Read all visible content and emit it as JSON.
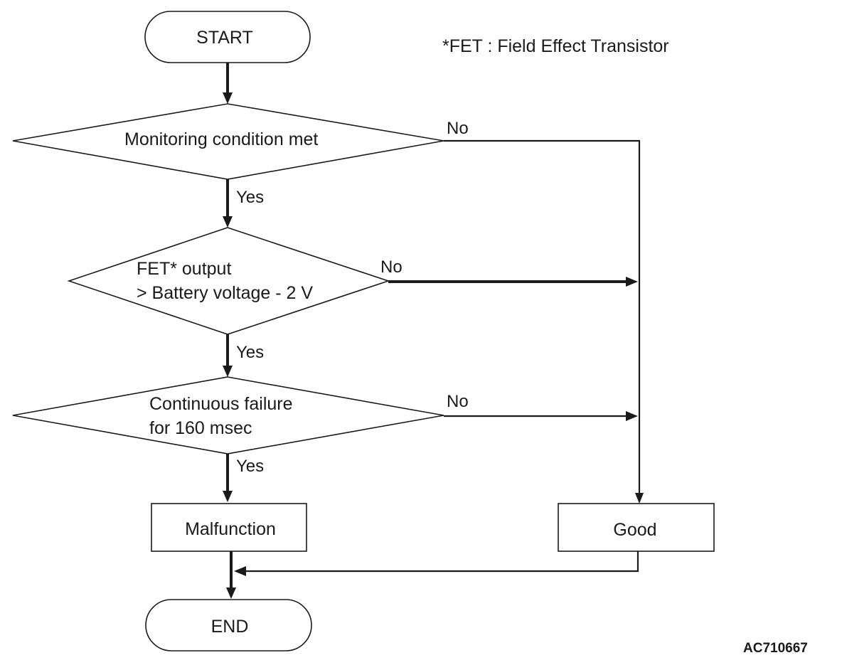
{
  "footnote": "*FET : Field Effect Transistor",
  "figure_code": "AC710667",
  "nodes": {
    "start": "START",
    "decision_monitoring": "Monitoring condition met",
    "decision_fet_line1": "FET* output",
    "decision_fet_line2": "> Battery voltage - 2 V",
    "decision_failure_line1": "Continuous failure",
    "decision_failure_line2": "for 160 msec",
    "malfunction": "Malfunction",
    "good": "Good",
    "end": "END"
  },
  "branch_labels": {
    "yes": "Yes",
    "no": "No"
  }
}
